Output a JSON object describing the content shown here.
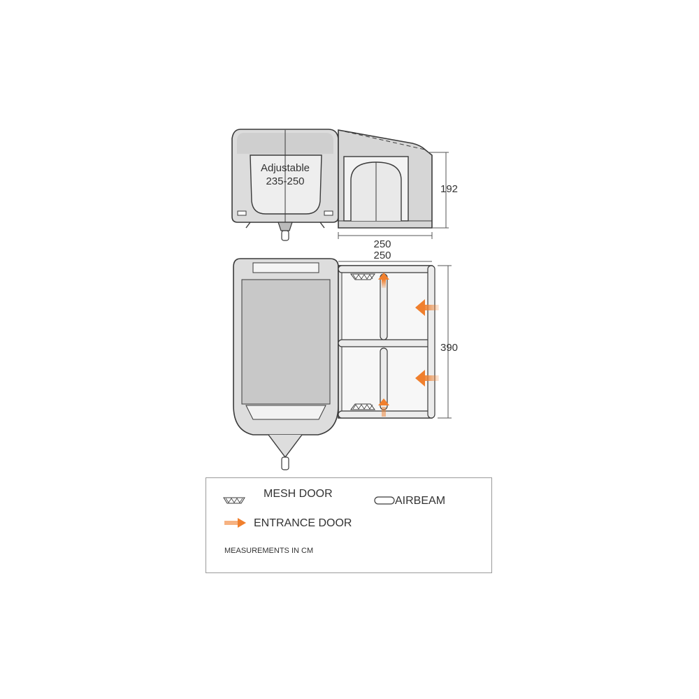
{
  "side_view": {
    "adjustable_label": "Adjustable",
    "adjustable_range": "235-250",
    "height_label": "192",
    "width_label": "250"
  },
  "top_view": {
    "width_label": "250",
    "depth_label": "390"
  },
  "legend": {
    "mesh_door": "MESH DOOR",
    "airbeam": "AIRBEAM",
    "entrance_door": "ENTRANCE DOOR",
    "measurements_note": "MEASUREMENTS IN CM"
  },
  "colors": {
    "outline": "#3a3a3a",
    "fill_grey": "#d3d3d3",
    "fill_light": "#f2f2f2",
    "accent_orange": "#f07f2d"
  }
}
